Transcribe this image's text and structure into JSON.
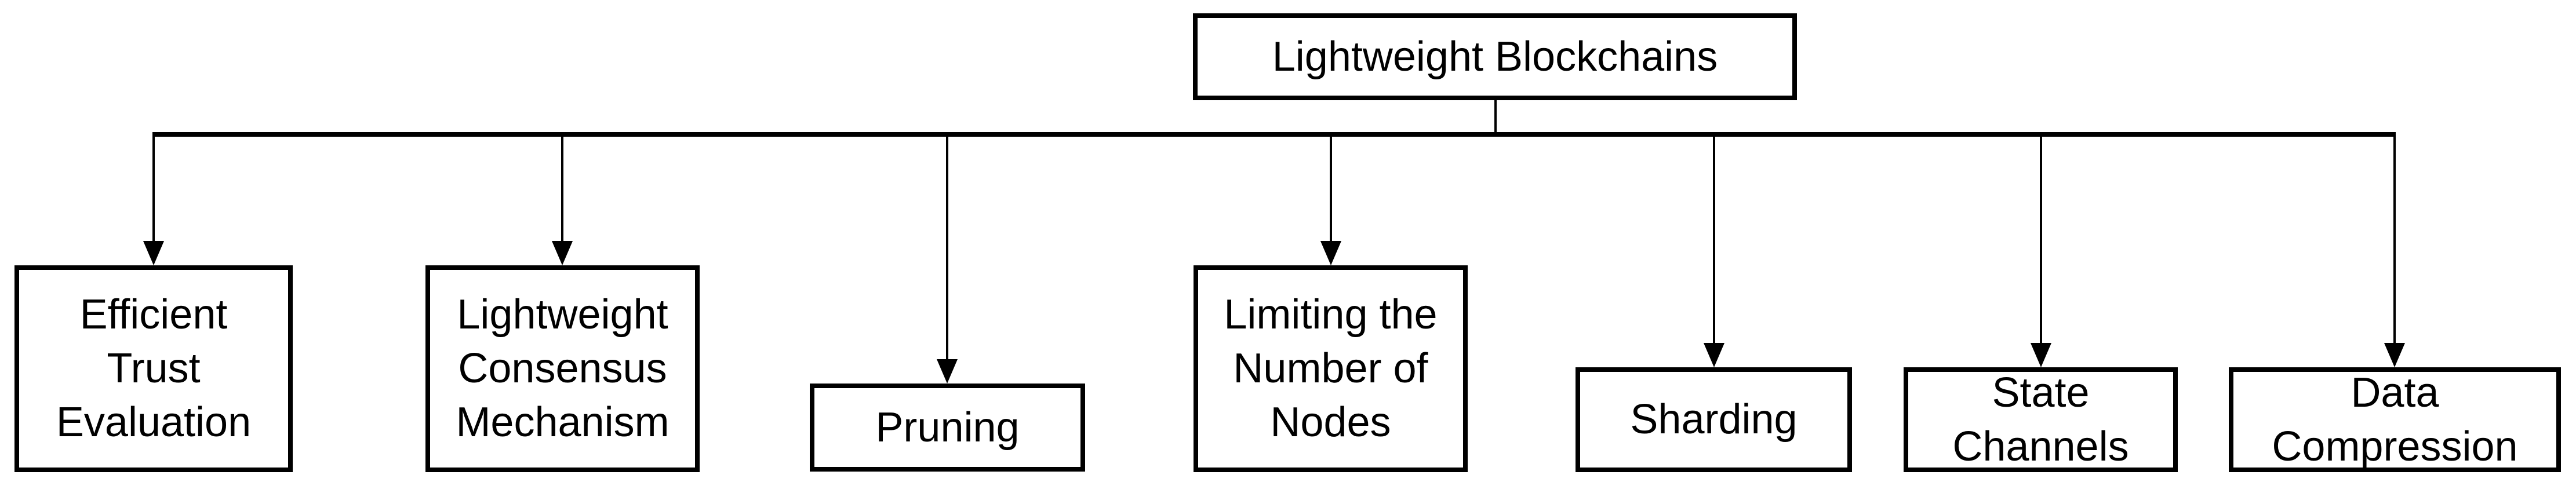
{
  "diagram": {
    "title": "Lightweight Blockchains taxonomy tree",
    "type": "tree",
    "root": {
      "label": "Lightweight Blockchains"
    },
    "children": [
      {
        "label": "Efficient\nTrust\nEvaluation"
      },
      {
        "label": "Lightweight\nConsensus\nMechanism"
      },
      {
        "label": "Pruning"
      },
      {
        "label": "Limiting the\nNumber of\nNodes"
      },
      {
        "label": "Sharding"
      },
      {
        "label": "State\nChannels"
      },
      {
        "label": "Data\nCompression"
      }
    ],
    "colors": {
      "background": "#ffffff",
      "box_border": "#000000",
      "text": "#000000",
      "connector_line": "#000000"
    }
  }
}
